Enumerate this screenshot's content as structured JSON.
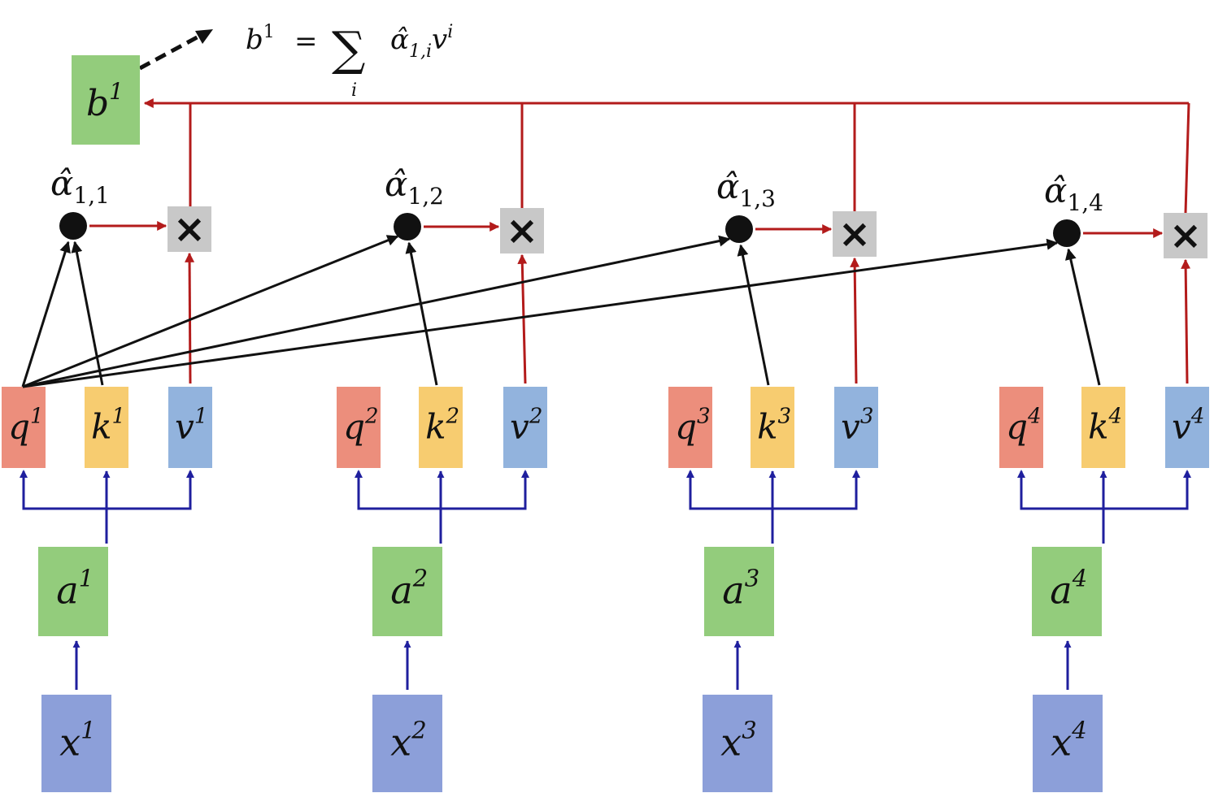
{
  "columns": [
    {
      "x": "x",
      "x_sup": "1",
      "a": "a",
      "a_sup": "1",
      "q": "q",
      "q_sup": "1",
      "k": "k",
      "k_sup": "1",
      "v": "v",
      "v_sup": "1",
      "alpha": "α̂",
      "alpha_sub": "1,1"
    },
    {
      "x": "x",
      "x_sup": "2",
      "a": "a",
      "a_sup": "2",
      "q": "q",
      "q_sup": "2",
      "k": "k",
      "k_sup": "2",
      "v": "v",
      "v_sup": "2",
      "alpha": "α̂",
      "alpha_sub": "1,2"
    },
    {
      "x": "x",
      "x_sup": "3",
      "a": "a",
      "a_sup": "3",
      "q": "q",
      "q_sup": "3",
      "k": "k",
      "k_sup": "3",
      "v": "v",
      "v_sup": "3",
      "alpha": "α̂",
      "alpha_sub": "1,3"
    },
    {
      "x": "x",
      "x_sup": "4",
      "a": "a",
      "a_sup": "4",
      "q": "q",
      "q_sup": "4",
      "k": "k",
      "k_sup": "4",
      "v": "v",
      "v_sup": "4",
      "alpha": "α̂",
      "alpha_sub": "1,4"
    }
  ],
  "output": {
    "b": "b",
    "b_sup": "1"
  },
  "multiply_symbol": "×",
  "formula": {
    "lhs": "b",
    "lhs_sup": "1",
    "equals": "=",
    "sum_symbol": "∑",
    "sum_index": "i",
    "alpha": "α̂",
    "alpha_sub": "1,i",
    "v": "v",
    "v_sup": "i"
  },
  "colors": {
    "x_box": "#8c9fd9",
    "a_box": "#93cc7c",
    "b_box": "#93cc7c",
    "q_box": "#ec8e7c",
    "k_box": "#f7cc70",
    "v_box": "#92b3dd",
    "multiply_box": "#c8c8c8",
    "input_arrows": "#1f1f9e",
    "value_arrows": "#b31b1b",
    "attention_arrows": "#111111",
    "alpha_node": "#111111"
  }
}
